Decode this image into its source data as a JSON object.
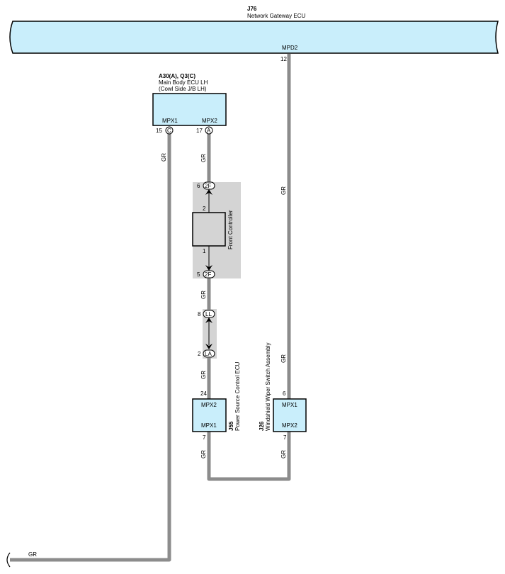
{
  "gateway": {
    "id": "J76",
    "name": "Network Gateway ECU",
    "pin_name": "MPD2",
    "pin_no": "12"
  },
  "main_body": {
    "ids": "A30(A), Q3(C)",
    "name1": "Main Body ECU LH",
    "name2": "(Cowl Side J/B LH)",
    "pin1_name": "MPX1",
    "pin1_no": "15",
    "pin1_conn": "C",
    "pin2_name": "MPX2",
    "pin2_no": "17",
    "pin2_conn": "A"
  },
  "front_controller": {
    "name": "Front Controller",
    "top_conn": "2F",
    "top_conn_pin": "6",
    "top_pin": "2",
    "bot_conn": "2F",
    "bot_conn_pin": "5",
    "bot_pin": "1"
  },
  "junction": {
    "top_conn": "LL",
    "top_pin": "8",
    "bot_conn": "LA",
    "bot_pin": "2"
  },
  "power_ecu": {
    "id": "J55",
    "name": "Power Source Control ECU",
    "top_pin_name": "MPX2",
    "top_pin_no": "24",
    "bot_pin_name": "MPX1",
    "bot_pin_no": "7"
  },
  "wiper": {
    "id": "J26",
    "name": "Windshield Wiper Switch Assembly",
    "top_pin_name": "MPX1",
    "top_pin_no": "6",
    "bot_pin_name": "MPX2",
    "bot_pin_no": "7"
  },
  "wire_color": "GR",
  "colors": {
    "ecu_fill": "#c9eefb",
    "wire": "#8c8c8c",
    "shade": "#d4d4d4"
  }
}
